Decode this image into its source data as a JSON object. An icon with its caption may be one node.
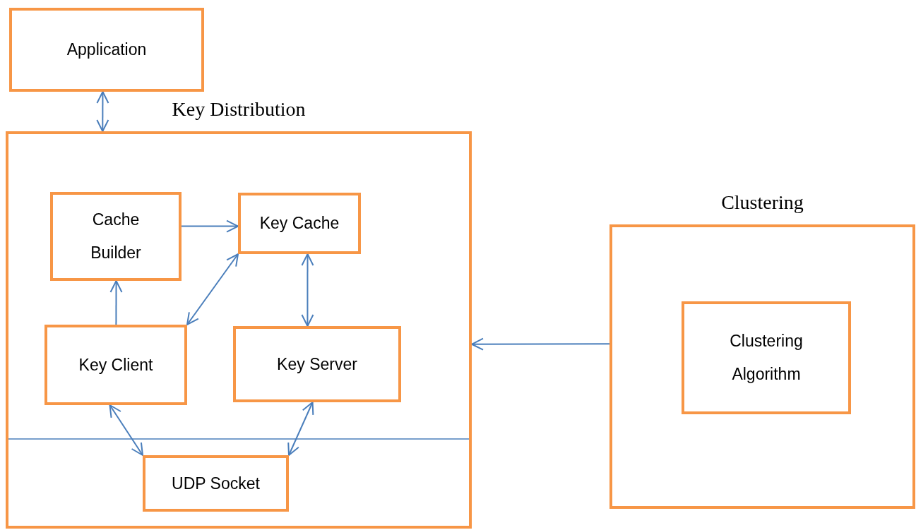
{
  "diagram": {
    "nodes": [
      {
        "text": [
          "Application"
        ]
      },
      {
        "text": [
          "Key Distribution"
        ]
      },
      {
        "text": [
          "Cache Builder"
        ],
        "in": 1
      },
      {
        "text": [
          "Key Cache"
        ],
        "in": 1
      },
      {
        "text": [
          "Key Client"
        ],
        "in": 1
      },
      {
        "text": [
          "Key Server"
        ],
        "in": 1
      },
      {
        "text": [
          "UDP Socket"
        ],
        "in": 1
      },
      {
        "text": [
          "Clustering"
        ]
      },
      {
        "text": [
          "Clustering Algorithm"
        ],
        "in": 7
      }
    ],
    "edges": [
      {
        "from": 0,
        "to": 1,
        "arrow": "both"
      },
      {
        "from": 2,
        "to": 3,
        "arrow": "to"
      },
      {
        "from": 4,
        "to": 2,
        "arrow": "to"
      },
      {
        "from": 4,
        "to": 3,
        "arrow": "both"
      },
      {
        "from": 3,
        "to": 5,
        "arrow": "both"
      },
      {
        "from": 4,
        "to": 6,
        "arrow": "both"
      },
      {
        "from": 5,
        "to": 6,
        "arrow": "both"
      },
      {
        "from": 7,
        "to": 1,
        "arrow": "to"
      }
    ]
  }
}
